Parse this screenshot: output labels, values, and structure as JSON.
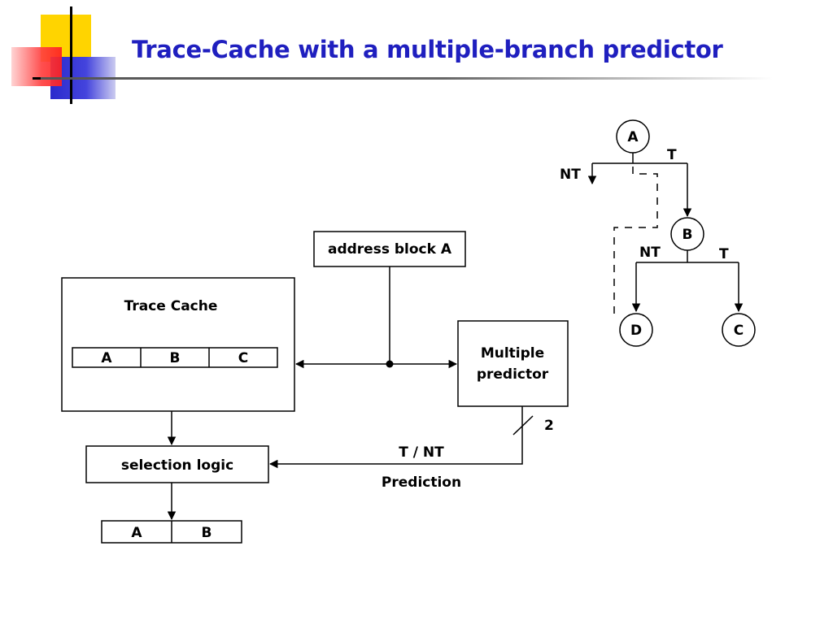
{
  "slide": {
    "title": "Trace-Cache with a multiple-branch predictor",
    "title_color": "#1f1fbf",
    "accent_colors": {
      "yellow": "#ffd400",
      "red": "#ff3030",
      "blue": "#3333cc"
    }
  },
  "diagram": {
    "address_block": "address block A",
    "trace_cache": {
      "title": "Trace Cache",
      "cells": [
        "A",
        "B",
        "C"
      ]
    },
    "predictor": {
      "line1": "Multiple",
      "line2": "predictor"
    },
    "selection_logic": "selection logic",
    "output_cells": [
      "A",
      "B"
    ],
    "bus_width": "2",
    "prediction_value": "T / NT",
    "prediction_label": "Prediction"
  },
  "tree": {
    "nodes": {
      "a": "A",
      "b": "B",
      "c": "C",
      "d": "D"
    },
    "a_not_taken": "NT",
    "a_taken": "T",
    "b_not_taken": "NT",
    "b_taken": "T"
  }
}
